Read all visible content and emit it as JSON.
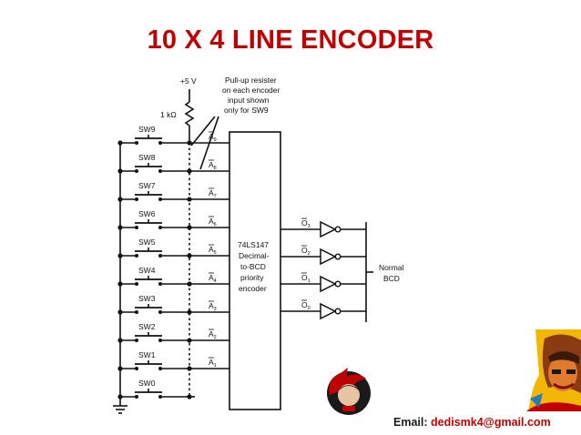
{
  "slide": {
    "title": "10 X 4 LINE ENCODER"
  },
  "diagram": {
    "supply_label": "+5 V",
    "resistor_label": "1 kΩ",
    "note_lines": [
      "Pull-up resister",
      "on each encoder",
      "input shown",
      "only for SW9"
    ],
    "switches": [
      "SW9",
      "SW8",
      "SW7",
      "SW6",
      "SW5",
      "SW4",
      "SW3",
      "SW2",
      "SW1",
      "SW0"
    ],
    "inputs": [
      {
        "base": "A",
        "sub": "9"
      },
      {
        "base": "A",
        "sub": "8"
      },
      {
        "base": "A",
        "sub": "7"
      },
      {
        "base": "A",
        "sub": "6"
      },
      {
        "base": "A",
        "sub": "5"
      },
      {
        "base": "A",
        "sub": "4"
      },
      {
        "base": "A",
        "sub": "3"
      },
      {
        "base": "A",
        "sub": "2"
      },
      {
        "base": "A",
        "sub": "1"
      }
    ],
    "chip_lines": [
      "74LS147",
      "Decimal-",
      "to-BCD",
      "priority",
      "encoder"
    ],
    "outputs": [
      {
        "base": "O",
        "sub": "3"
      },
      {
        "base": "O",
        "sub": "2"
      },
      {
        "base": "O",
        "sub": "1"
      },
      {
        "base": "O",
        "sub": "0"
      }
    ],
    "output_note_lines": [
      "Normal",
      "BCD"
    ]
  },
  "footer": {
    "email_label": "Email:",
    "email_address": "dedismk4@gmail.com"
  },
  "colors": {
    "title": "#c00000",
    "email": "#c00000",
    "line": "#111111"
  }
}
